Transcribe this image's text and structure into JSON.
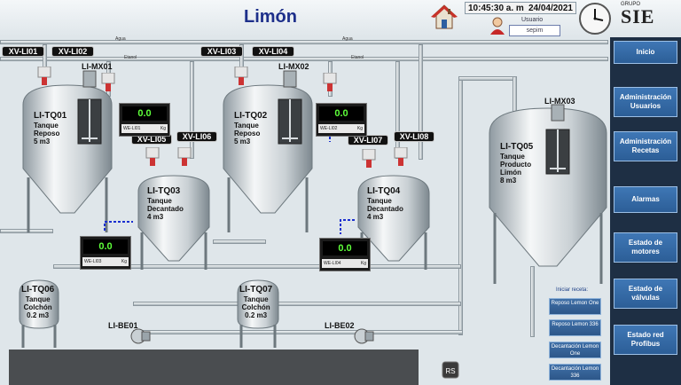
{
  "header": {
    "title": "Limón",
    "time": "10:45:30 a. m",
    "date": "24/04/2021",
    "user_label": "Usuario",
    "user_value": "sepim",
    "logo_top": "GRUPO",
    "logo_text": "SIE"
  },
  "nav": {
    "items": [
      {
        "label": "Inicio"
      },
      {
        "label": "Administración Usuarios"
      },
      {
        "label": "Administración Recetas"
      },
      {
        "label": "Alarmas"
      },
      {
        "label": "Estado de motores"
      },
      {
        "label": "Estado de válvulas"
      },
      {
        "label": "Estado red Profibus"
      }
    ]
  },
  "pipes": {
    "agua1": "Agua",
    "agua2": "Agua",
    "etanol1": "Etanol",
    "etanol2": "Etanol"
  },
  "valves": {
    "li01": "XV-LI01",
    "li02": "XV-LI02",
    "li03": "XV-LI03",
    "li04": "XV-LI04",
    "li05": "XV-LI05",
    "li06": "XV-LI06",
    "li07": "XV-LI07",
    "li08": "XV-LI08"
  },
  "mixers": {
    "mx01": "LI-MX01",
    "mx02": "LI-MX02",
    "mx03": "LI-MX03"
  },
  "tanks": {
    "tq01": {
      "tag": "LI-TQ01",
      "l1": "Tanque",
      "l2": "Reposo",
      "l3": "5 m3"
    },
    "tq02": {
      "tag": "LI-TQ02",
      "l1": "Tanque",
      "l2": "Reposo",
      "l3": "5 m3"
    },
    "tq03": {
      "tag": "LI-TQ03",
      "l1": "Tanque",
      "l2": "Decantado",
      "l3": "4 m3"
    },
    "tq04": {
      "tag": "LI-TQ04",
      "l1": "Tanque",
      "l2": "Decantado",
      "l3": "4 m3"
    },
    "tq05": {
      "tag": "LI-TQ05",
      "l1": "Tanque",
      "l2": "Producto",
      "l3": "Limón",
      "l4": "8 m3"
    },
    "tq06": {
      "tag": "LI-TQ06",
      "l1": "Tanque",
      "l2": "Colchón",
      "l3": "0.2 m3"
    },
    "tq07": {
      "tag": "LI-TQ07",
      "l1": "Tanque",
      "l2": "Colchón",
      "l3": "0.2 m3"
    }
  },
  "scales": {
    "we01": {
      "value": "0.0",
      "tag": "WE-LI01",
      "unit": "Kg"
    },
    "we02": {
      "value": "0.0",
      "tag": "WE-LI02",
      "unit": "Kg"
    },
    "we03": {
      "value": "0.0",
      "tag": "WE-LI03",
      "unit": "Kg"
    },
    "we04": {
      "value": "0.0",
      "tag": "WE-LI04",
      "unit": "Kg"
    }
  },
  "pumps": {
    "be01": "LI-BE01",
    "be02": "LI-BE02"
  },
  "recipes": {
    "title": "Iniciar receta:",
    "items": [
      {
        "label": "Reposo Lemon One"
      },
      {
        "label": "Reposo Lemon 336"
      },
      {
        "label": "Decantación Lemon One"
      },
      {
        "label": "Decantación Lemon 336"
      }
    ]
  },
  "colors": {
    "nav_bg": "#1e2f44",
    "button": "#2c5e97",
    "title": "#1d2f8a",
    "display_text": "#5eff3a"
  }
}
